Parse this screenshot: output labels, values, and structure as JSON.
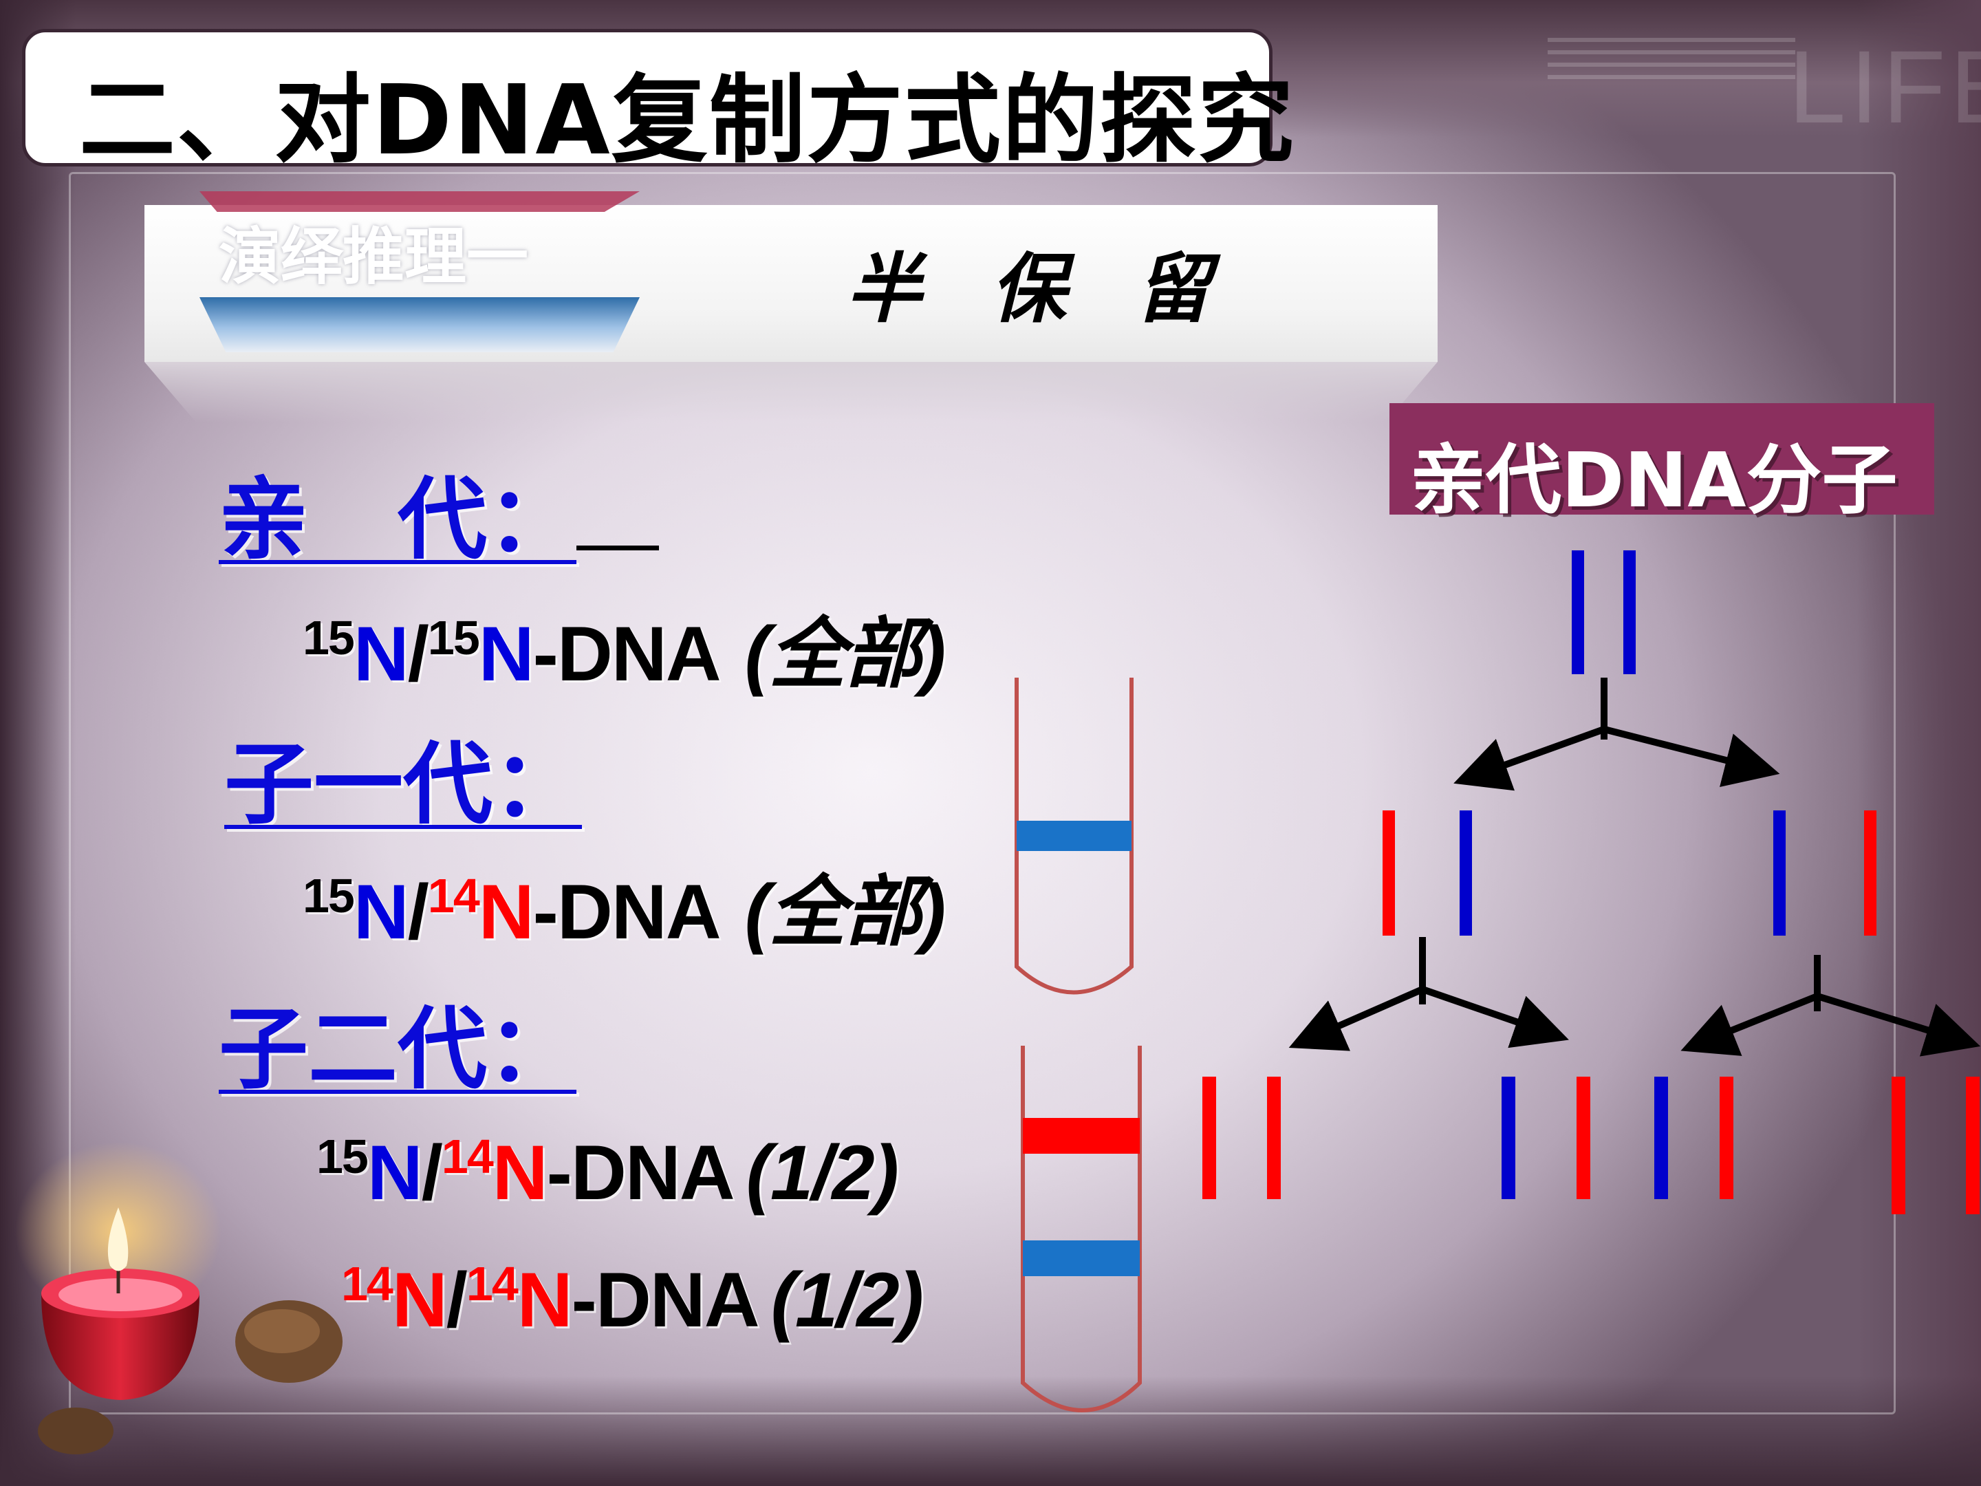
{
  "header": {
    "title": "二、对DNA复制方式的探究",
    "watermark": "LIFE"
  },
  "section": {
    "subtitle": "演绎推理一",
    "hypothesis": "半保留"
  },
  "generations": [
    {
      "label": "亲　代："
    },
    {
      "label": "子一代："
    },
    {
      "label": "子二代："
    }
  ],
  "dna_lines": [
    {
      "mass_a": "15",
      "atom_a": "N",
      "sep": "/",
      "mass_b": "15",
      "atom_b": "N",
      "suffix": "-DNA",
      "note": "(全部)"
    },
    {
      "mass_a": "15",
      "atom_a": "N",
      "sep": "/",
      "mass_b": "14",
      "atom_b": "N",
      "suffix": "-DNA",
      "note": "(全部)"
    },
    {
      "mass_a": "15",
      "atom_a": "N",
      "sep": "/",
      "mass_b": "14",
      "atom_b": "N",
      "suffix": "-DNA",
      "note": "(1/2)"
    },
    {
      "mass_a": "14",
      "atom_a": "N",
      "sep": "/",
      "mass_b": "14",
      "atom_b": "N",
      "suffix": "-DNA",
      "note": "(1/2)"
    }
  ],
  "tree": {
    "label": "亲代DNA分子"
  },
  "colors": {
    "heavy_strand": "#0000cc",
    "light_strand": "#ff0000",
    "band_blue": "#1a73c8",
    "band_red": "#ff0000",
    "tube_outline": "#c0504d",
    "title_border": "#3a2634",
    "legend_bg": "#8b2f5e"
  }
}
